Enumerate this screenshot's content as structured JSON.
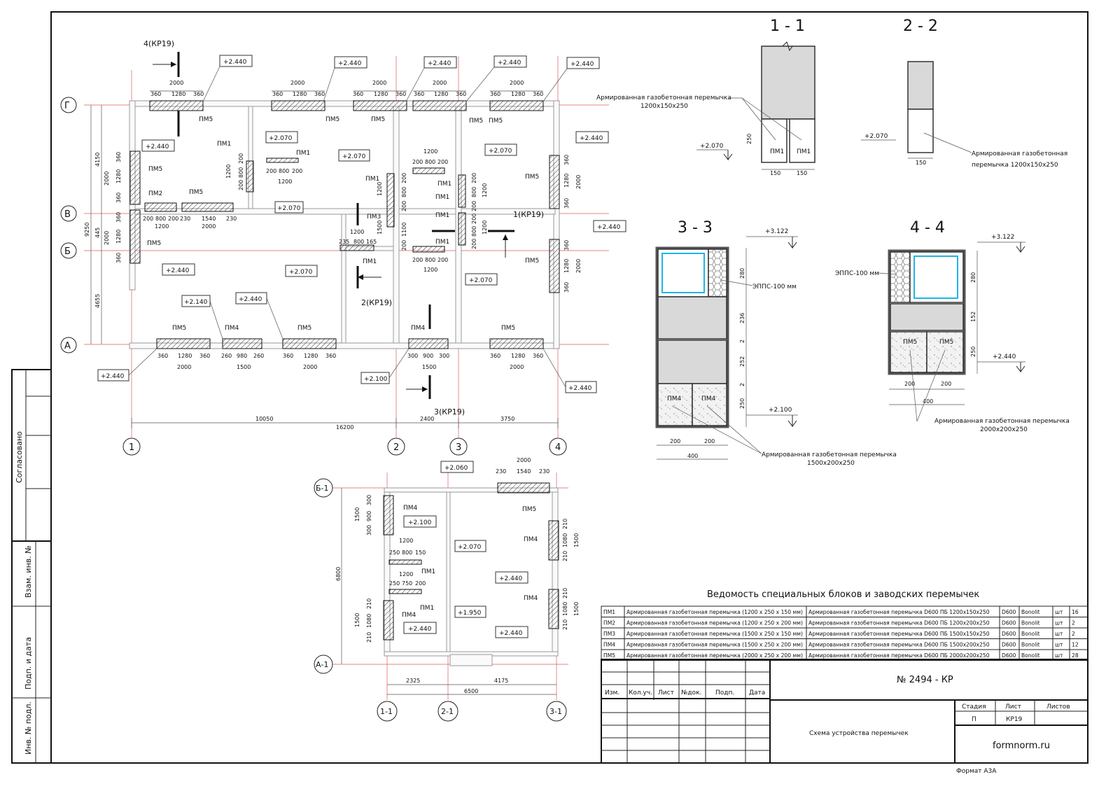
{
  "sections": {
    "s11": "1 - 1",
    "s22": "2 - 2",
    "s33": "3 - 3",
    "s44": "4 - 4",
    "k4": "4(КР19)",
    "k1": "1(КР19)",
    "k2": "2(КР19)",
    "k3": "3(КР19)"
  },
  "axes": {
    "rows": [
      "Г",
      "В",
      "Б",
      "А"
    ],
    "cols": [
      "1",
      "2",
      "3",
      "4"
    ],
    "rows2": [
      "Б-1",
      "А-1"
    ],
    "cols2": [
      "1-1",
      "2-1",
      "3-1"
    ]
  },
  "lintels": {
    "pm1": "ПМ1",
    "pm2": "ПМ2",
    "pm3": "ПМ3",
    "pm4": "ПМ4",
    "pm5": "ПМ5"
  },
  "elev": {
    "e2440": "+2.440",
    "e2070": "+2.070",
    "e2140": "+2.140",
    "e2100": "+2.100",
    "e2060": "+2.060",
    "e1950": "+1.950",
    "e3122": "+3.122"
  },
  "dims": {
    "d2000": "2000",
    "d360": "360",
    "d1280": "1280",
    "d1200": "1200",
    "d200": "200",
    "d800": "800",
    "d1540": "1540",
    "d230": "230",
    "d260": "260",
    "d980": "980",
    "d1500": "1500",
    "d300": "300",
    "d900": "900",
    "d235": "235",
    "d165": "165",
    "d1100": "1100",
    "d4150": "4150",
    "d445": "445",
    "d4655": "4655",
    "d9250": "9250",
    "d10050": "10050",
    "d2400": "2400",
    "d3750": "3750",
    "d16200": "16200",
    "d250": "250",
    "d150": "150",
    "d750": "750",
    "d210": "210",
    "d1080": "1080",
    "d2325": "2325",
    "d4175": "4175",
    "d6500": "6500",
    "d6800": "6800",
    "d280": "280",
    "d236": "236",
    "d2": "2",
    "d252": "252",
    "d400": "400",
    "d152": "152"
  },
  "notes": {
    "n11": "Армированная газобетонная перемычка",
    "n11b": "1200х150х250",
    "n22a": "Армированная газобетонная",
    "n22b": "перемычка 1200х150х250",
    "eps": "ЭППС-100 мм",
    "n33a": "Армированная газобетонная перемычка",
    "n33b": "1500х200х250",
    "n44a": "Армированная газобетонная перемычка",
    "n44b": "2000х200х250"
  },
  "schedule": {
    "title": "Ведомость специальных блоков и заводских перемычек",
    "rows": [
      {
        "mark": "ПМ1",
        "name": "Армированная газобетонная перемычка (1200 х 250 х 150 мм)",
        "spec": "Армированная газобетонная перемычка D600 ПБ 1200х150х250",
        "grade": "D600",
        "maker": "Bonolit",
        "unit": "шт",
        "qty": "16"
      },
      {
        "mark": "ПМ2",
        "name": "Армированная газобетонная перемычка (1200 х 250 х 200 мм)",
        "spec": "Армированная газобетонная перемычка D600 ПБ 1200х200х250",
        "grade": "D600",
        "maker": "Bonolit",
        "unit": "шт",
        "qty": "2"
      },
      {
        "mark": "ПМ3",
        "name": "Армированная газобетонная перемычка (1500 х 250 х 150 мм)",
        "spec": "Армированная газобетонная перемычка D600 ПБ 1500х150х250",
        "grade": "D600",
        "maker": "Bonolit",
        "unit": "шт",
        "qty": "2"
      },
      {
        "mark": "ПМ4",
        "name": "Армированная газобетонная перемычка (1500 х 250 х 200 мм)",
        "spec": "Армированная газобетонная перемычка D600 ПБ 1500х200х250",
        "grade": "D600",
        "maker": "Bonolit",
        "unit": "шт",
        "qty": "12"
      },
      {
        "mark": "ПМ5",
        "name": "Армированная газобетонная перемычка (2000 х 250 х 200 мм)",
        "spec": "Армированная газобетонная перемычка D600 ПБ 2000х200х250",
        "grade": "D600",
        "maker": "Bonolit",
        "unit": "шт",
        "qty": "28"
      }
    ]
  },
  "titleblock": {
    "number": "№ 2494 - КР",
    "heads": [
      "Изм.",
      "Кол.уч.",
      "Лист",
      "№док.",
      "Подп.",
      "Дата"
    ],
    "stage_h": "Стадия",
    "sheet_h": "Лист",
    "sheets_h": "Листов",
    "stage": "П",
    "sheet": "КР19",
    "name": "Схема устройства перемычек",
    "site": "formnorm.ru",
    "format": "Формат А3А",
    "side": [
      "Согласовано",
      "Взам. инв. №",
      "Подп. и дата",
      "Инв. № подл."
    ]
  }
}
